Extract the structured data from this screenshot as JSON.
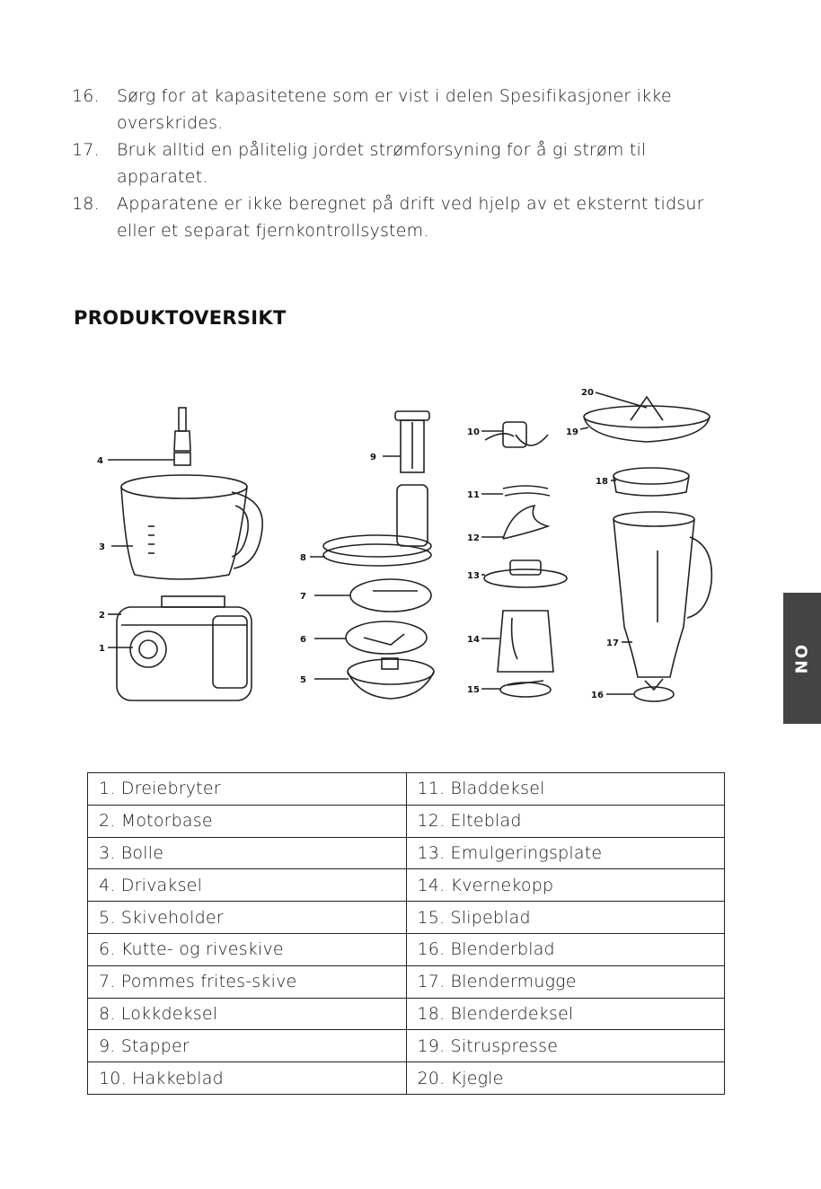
{
  "safety_list": [
    {
      "num": "16.",
      "text": "Sørg for at kapasitetene som er vist i delen Spesifikasjoner ikke overskrides."
    },
    {
      "num": "17.",
      "text": "Bruk alltid en pålitelig jordet strømforsyning for å gi strøm til apparatet."
    },
    {
      "num": "18.",
      "text": "Apparatene er ikke beregnet på drift ved hjelp av et eksternt tidsur eller et separat fjernkontrollsystem."
    }
  ],
  "section_heading": "PRODUKTOVERSIKT",
  "side_tab": "NO",
  "callouts": {
    "c1": "1",
    "c2": "2",
    "c3": "3",
    "c4": "4",
    "c5": "5",
    "c6": "6",
    "c7": "7",
    "c8": "8",
    "c9": "9",
    "c10": "10",
    "c11": "11",
    "c12": "12",
    "c13": "13",
    "c14": "14",
    "c15": "15",
    "c16": "16",
    "c17": "17",
    "c18": "18",
    "c19": "19",
    "c20": "20"
  },
  "parts_table": [
    [
      "1. Dreiebryter",
      "11. Bladdeksel"
    ],
    [
      "2. Motorbase",
      "12. Elteblad"
    ],
    [
      "3. Bolle",
      "13. Emulgeringsplate"
    ],
    [
      "4. Drivaksel",
      "14. Kvernekopp"
    ],
    [
      "5. Skiveholder",
      "15. Slipeblad"
    ],
    [
      "6. Kutte- og riveskive",
      "16. Blenderblad"
    ],
    [
      "7. Pommes frites-skive",
      "17. Blendermugge"
    ],
    [
      "8. Lokkdeksel",
      "18. Blenderdeksel"
    ],
    [
      "9. Stapper",
      "19. Sitruspresse"
    ],
    [
      "10. Hakkeblad",
      "20. Kjegle"
    ]
  ]
}
